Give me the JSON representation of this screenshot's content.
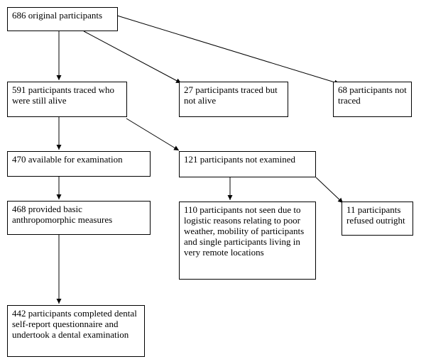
{
  "flowchart": {
    "nodes": {
      "original": "686 original participants",
      "traced_alive": "591 participants traced who were still alive",
      "traced_not_alive": "27 participants traced but not alive",
      "not_traced": "68 participants not traced",
      "available": "470 available for examination",
      "not_examined": "121 participants not examined",
      "anthropometric": "468 provided basic anthropomorphic measures",
      "not_seen": "110 participants not seen due to logistic reasons relating to poor weather, mobility of participants and single participants living in very remote locations",
      "refused": "11 participants refused outright",
      "completed": "442 participants completed dental self-report questionnaire and undertook a dental examination"
    },
    "edges": [
      [
        "original",
        "traced_alive"
      ],
      [
        "original",
        "traced_not_alive"
      ],
      [
        "original",
        "not_traced"
      ],
      [
        "traced_alive",
        "available"
      ],
      [
        "traced_alive",
        "not_examined"
      ],
      [
        "available",
        "anthropometric"
      ],
      [
        "not_examined",
        "not_seen"
      ],
      [
        "not_examined",
        "refused"
      ],
      [
        "anthropometric",
        "completed"
      ]
    ]
  }
}
